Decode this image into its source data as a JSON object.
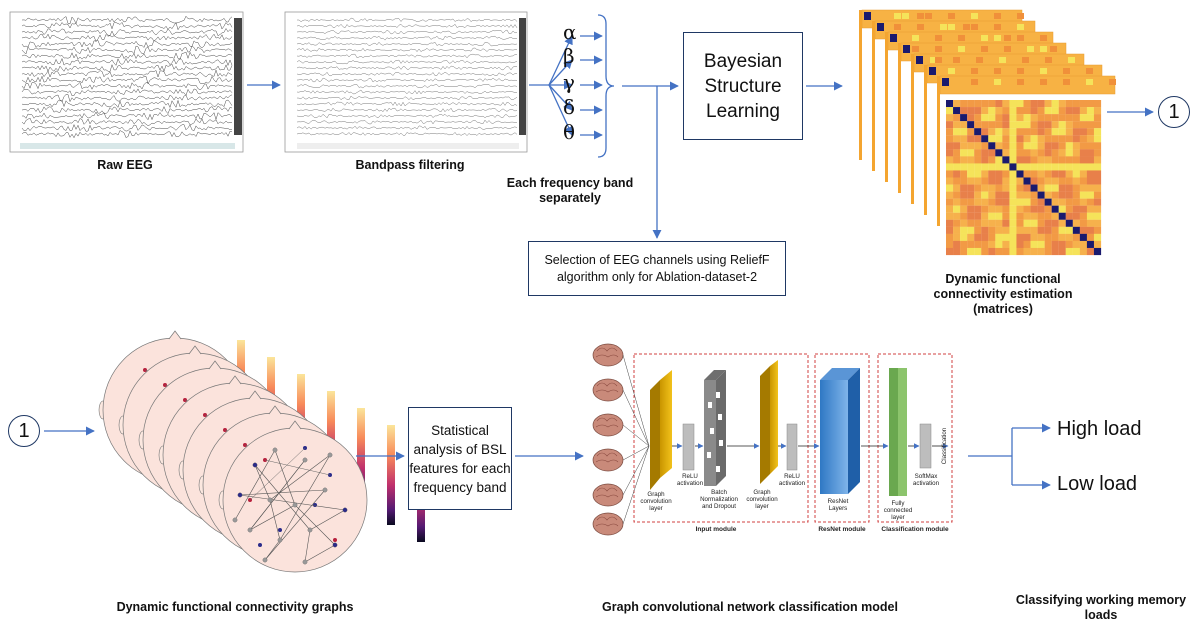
{
  "labels": {
    "raw_eeg": "Raw EEG",
    "bandpass": "Bandpass filtering",
    "each_band": "Each frequency band separately",
    "dfc_estimation": "Dynamic functional connectivity estimation (matrices)",
    "dfc_graphs": "Dynamic functional connectivity graphs",
    "gcn_model": "Graph convolutional network classification model",
    "classifying": "Classifying working memory loads"
  },
  "greek_bands": [
    "α",
    "β",
    "γ",
    "δ",
    "θ"
  ],
  "boxes": {
    "bsl": "Bayesian Structure Learning",
    "relief": "Selection of EEG channels using ReliefF algorithm only for Ablation-dataset-2",
    "statistical": "Statistical analysis of BSL features for each frequency band"
  },
  "connector": "1",
  "gcn": {
    "layers": {
      "gc1": "Graph convolution layer",
      "relu1": "ReLU activation",
      "bn": "Batch Normalization and Dropout",
      "gc2": "Graph convolution layer",
      "relu2": "ReLU activation",
      "resnet": "ResNet Layers",
      "fc": "Fully connected layer",
      "softmax": "SoftMax activation",
      "classification": "Classification"
    },
    "modules": {
      "input": "Input module",
      "resnet": "ResNet module",
      "classification": "Classification module"
    }
  },
  "outputs": {
    "high": "High load",
    "low": "Low load"
  },
  "colors": {
    "arrow": "#4472c4",
    "box_border": "#1f3864",
    "heat_base": "#f7b244",
    "heat_diag": "#1a1a6e",
    "brain": "#c98a7a"
  }
}
